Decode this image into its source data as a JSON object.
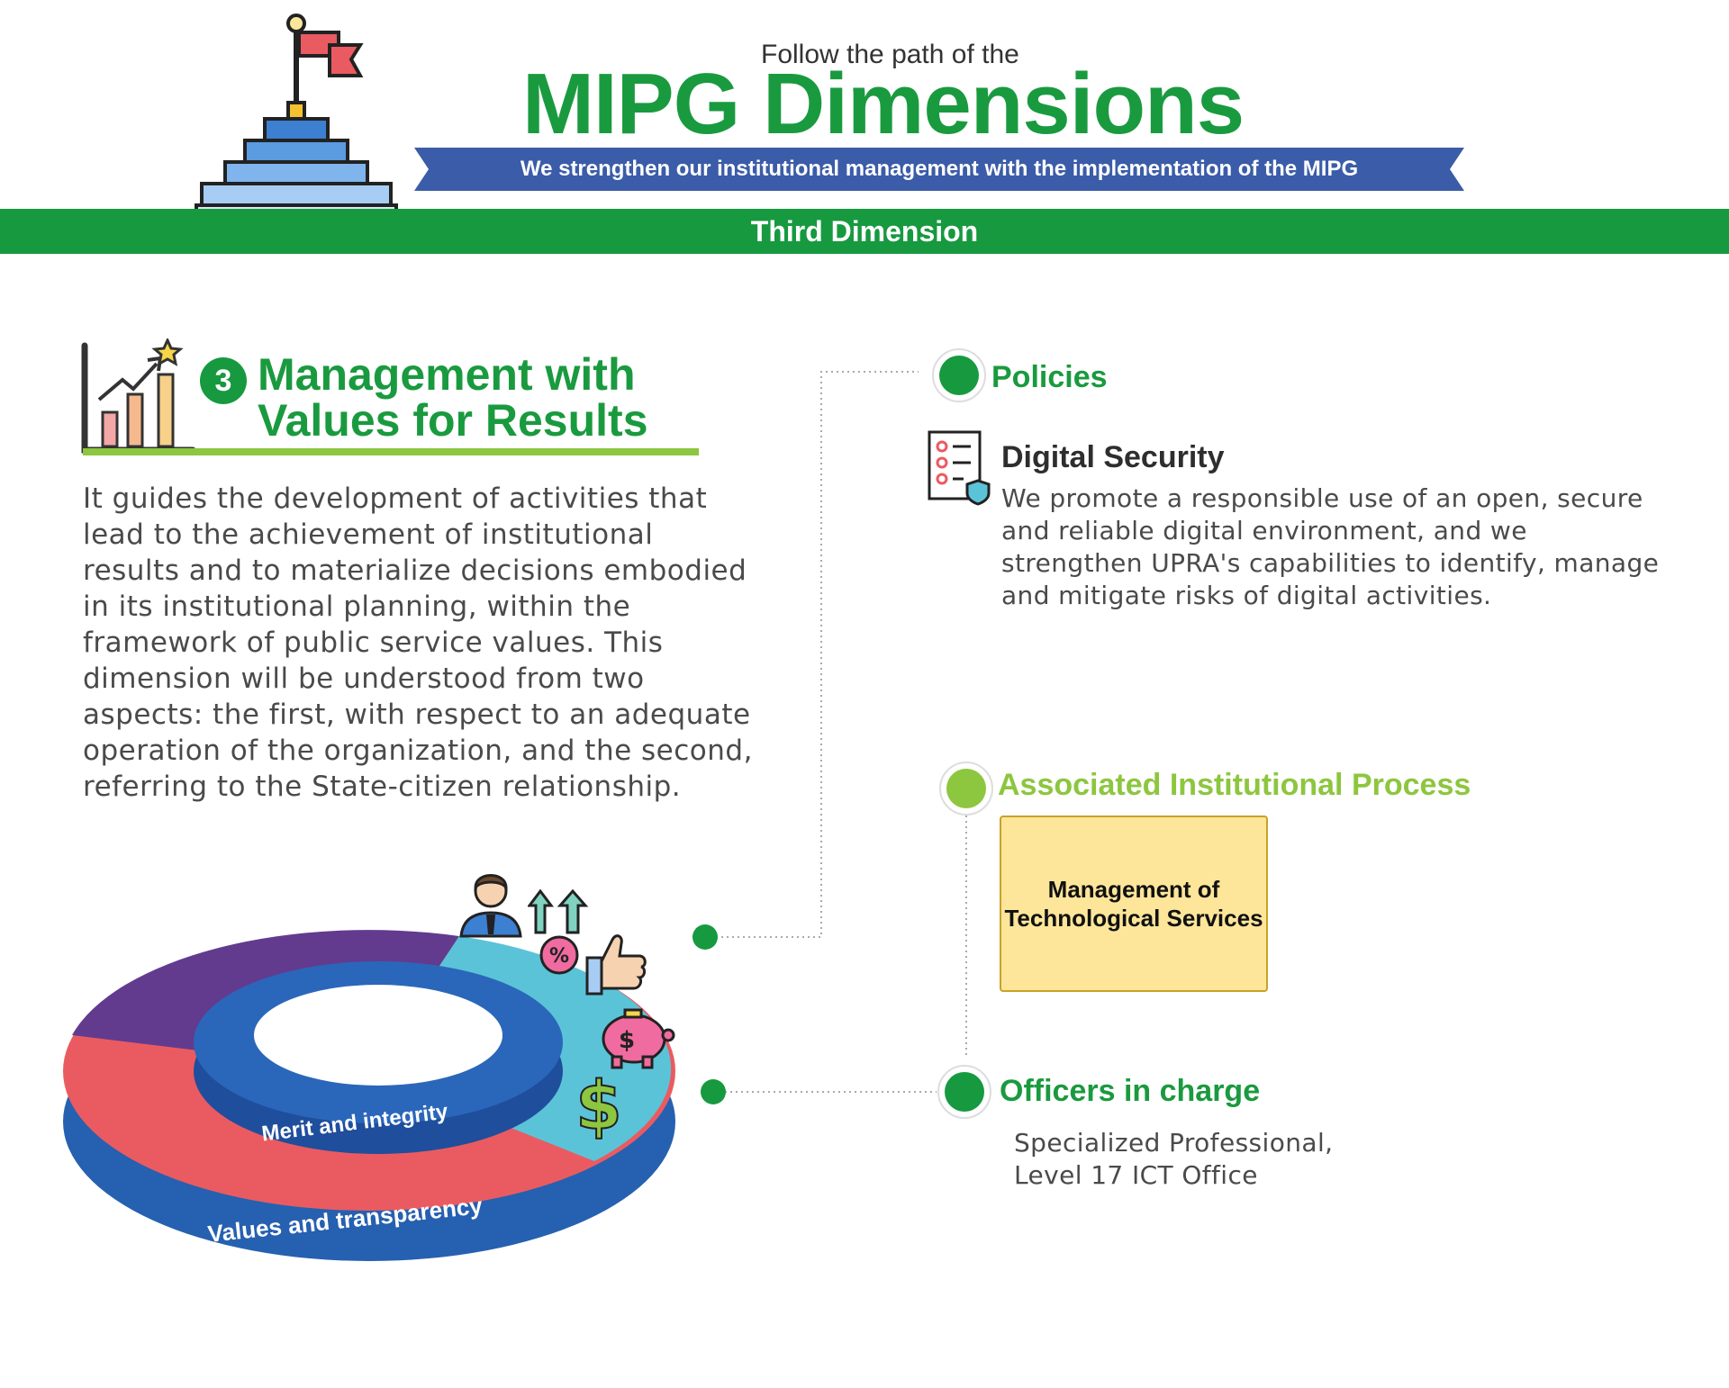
{
  "header": {
    "pre_title": "Follow the path of the",
    "title": "MIPG Dimensions",
    "ribbon": "We strengthen our institutional management with the implementation of the MIPG",
    "band": "Third Dimension"
  },
  "section": {
    "number": "3",
    "title_line1": "Management with",
    "title_line2": "Values for Results",
    "description": "It guides the development of activities that lead to the achievement of institutional results and to materialize decisions embodied in its institutional planning, within the framework of public service values. This dimension will be understood from two aspects: the first, with respect to an adequate operation of the organization, and the second, referring to the State-citizen relationship."
  },
  "ring": {
    "inner_label": "Merit and integrity",
    "outer_label": "Values and transparency"
  },
  "policies": {
    "label": "Policies",
    "item_title": "Digital Security",
    "item_text": "We promote a responsible use of an open, secure and reliable digital environment, and we strengthen UPRA's capabilities to identify, manage and mitigate risks of digital activities."
  },
  "process": {
    "label": "Associated Institutional Process",
    "box_text": "Management of\nTechnological Services"
  },
  "officers": {
    "label": "Officers in charge",
    "text": "Specialized Professional,\nLevel 17 ICT Office"
  },
  "colors": {
    "green": "#1a9a3f",
    "light_green": "#8dc63f",
    "ribbon_blue": "#3b5ca8",
    "ring_purple": "#623b8f",
    "ring_red": "#ea5b61",
    "ring_cyan": "#5bc3d8",
    "ring_blue": "#2660b0",
    "box_yellow": "#fde69a"
  },
  "icons": [
    "podium-flag-icon",
    "growth-chart-icon",
    "checklist-shield-icon",
    "businessman-icon",
    "arrows-up-icon",
    "percent-icon",
    "thumbs-up-icon",
    "piggy-bank-icon",
    "dollar-icon"
  ]
}
